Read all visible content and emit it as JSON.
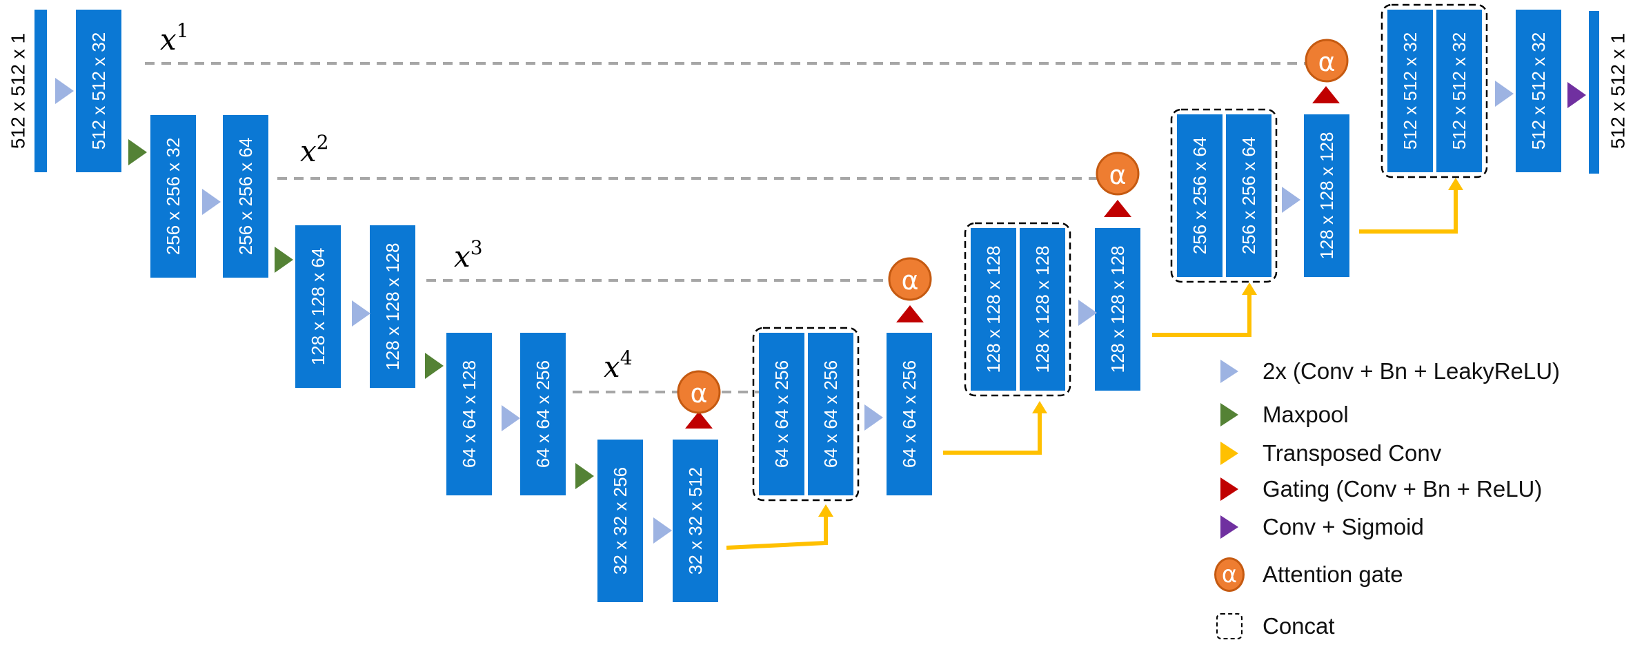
{
  "blocks": [
    {
      "label": "512 x 512 x 1"
    },
    {
      "label": "512 x 512 x 32"
    },
    {
      "label": "256 x 256 x 32"
    },
    {
      "label": "256 x 256 x 64"
    },
    {
      "label": "128 x 128 x 64"
    },
    {
      "label": "128 x 128 x 128"
    },
    {
      "label": "64 x 64 x 128"
    },
    {
      "label": "64 x 64 x 256"
    },
    {
      "label": "32 x 32 x 256"
    },
    {
      "label": "32 x 32 x 512"
    },
    {
      "label": "64 x 64 x 256"
    },
    {
      "label": "64 x 64 x 256"
    },
    {
      "label": "64 x 64 x 256"
    },
    {
      "label": "128 x 128 x 128"
    },
    {
      "label": "128 x 128 x 128"
    },
    {
      "label": "128 x 128 x 128"
    },
    {
      "label": "256 x 256 x 64"
    },
    {
      "label": "256 x 256 x 64"
    },
    {
      "label": "128 x 128 x 128"
    },
    {
      "label": "512 x 512 x 32"
    },
    {
      "label": "512 x 512 x 32"
    },
    {
      "label": "512 x 512 x 32"
    },
    {
      "label": "512 x 512 x 1"
    }
  ],
  "skips": [
    {
      "var": "x",
      "sup": "1"
    },
    {
      "var": "x",
      "sup": "2"
    },
    {
      "var": "x",
      "sup": "3"
    },
    {
      "var": "x",
      "sup": "4"
    }
  ],
  "attention_symbol": "α",
  "legend": [
    {
      "symbol": "light-blue-triangle-icon",
      "label": "2x (Conv + Bn + LeakyReLU)"
    },
    {
      "symbol": "green-triangle-icon",
      "label": "Maxpool"
    },
    {
      "symbol": "yellow-arrow-icon",
      "label": "Transposed Conv"
    },
    {
      "symbol": "red-triangle-icon",
      "label": "Gating (Conv + Bn + ReLU)"
    },
    {
      "symbol": "purple-triangle-icon",
      "label": "Conv + Sigmoid"
    },
    {
      "symbol": "attention-gate-icon",
      "label": "Attention gate"
    },
    {
      "symbol": "concat-box-icon",
      "label": "Concat"
    }
  ],
  "colors": {
    "block": "#0b78d4",
    "conv": "#9db3e2",
    "maxpool": "#548235",
    "transposed": "#ffc000",
    "gating": "#c00000",
    "sigmoid": "#7030a0",
    "attention": "#ee7d31",
    "attention_border": "#c55a11",
    "skip": "#a6a6a6"
  }
}
